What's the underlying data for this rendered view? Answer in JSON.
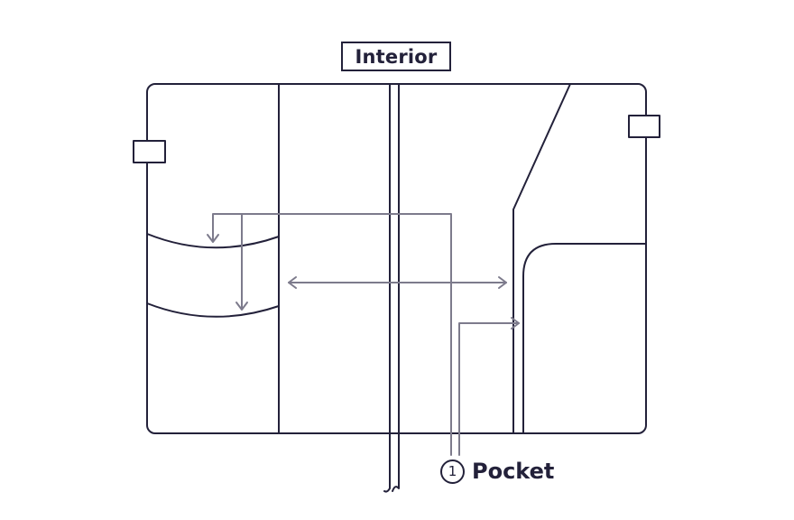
{
  "title": "Interior",
  "callout": {
    "number": "1",
    "label": "Pocket"
  },
  "colors": {
    "ink": "#23213a",
    "arrow": "#7d7b8c",
    "background": "#ffffff"
  }
}
